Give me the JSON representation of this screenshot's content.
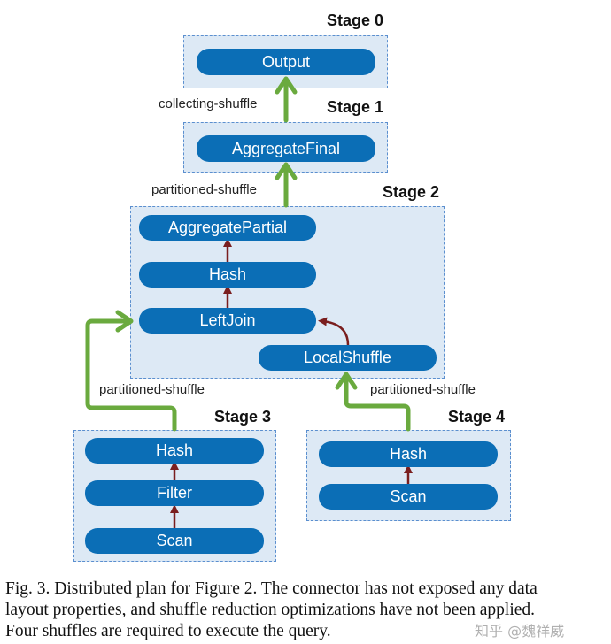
{
  "stages": {
    "s0": {
      "label": "Stage 0",
      "nodes": {
        "output": "Output"
      }
    },
    "s1": {
      "label": "Stage 1",
      "nodes": {
        "aggregate_final": "AggregateFinal"
      }
    },
    "s2": {
      "label": "Stage 2",
      "nodes": {
        "aggregate_partial": "AggregatePartial",
        "hash": "Hash",
        "left_join": "LeftJoin",
        "local_shuffle": "LocalShuffle"
      }
    },
    "s3": {
      "label": "Stage 3",
      "nodes": {
        "hash": "Hash",
        "filter": "Filter",
        "scan": "Scan"
      }
    },
    "s4": {
      "label": "Stage 4",
      "nodes": {
        "hash": "Hash",
        "scan": "Scan"
      }
    }
  },
  "edges": {
    "s1_to_s0": "collecting-shuffle",
    "s2_to_s1": "partitioned-shuffle",
    "s3_to_s2": "partitioned-shuffle",
    "s4_to_s2": "partitioned-shuffle"
  },
  "caption": {
    "line1": "Fig. 3.  Distributed plan for Figure 2. The connector has not exposed any data",
    "line2": "layout properties, and shuffle reduction optimizations have not been applied.",
    "line3": "Four shuffles are required to execute the query."
  },
  "watermark": "知乎 @魏祥威",
  "colors": {
    "stage_fill": "#dde9f5",
    "stage_border": "#5b8fcf",
    "node_fill": "#0b6eb6",
    "shuffle_arrow": "#6aaa3e",
    "local_arrow": "#7a1e1e"
  }
}
